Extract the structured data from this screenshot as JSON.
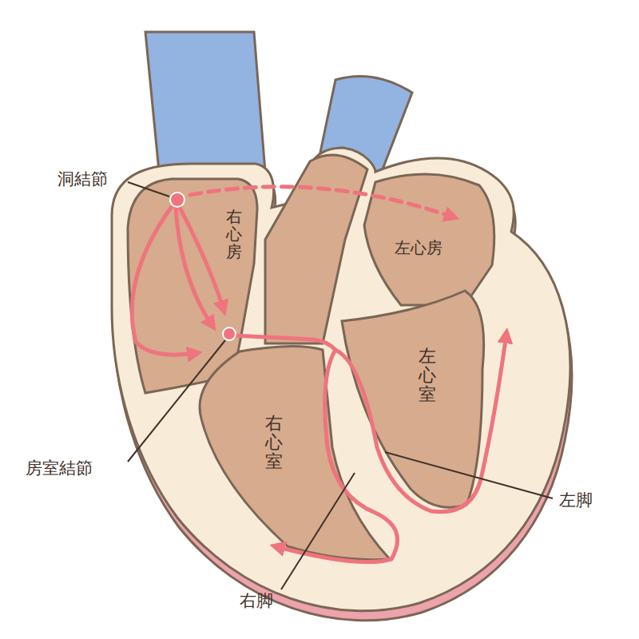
{
  "diagram": {
    "labels": [
      "洞結節",
      "右心房",
      "左心房",
      "房室結節",
      "左心室",
      "右心室",
      "左脚",
      "右脚"
    ]
  }
}
